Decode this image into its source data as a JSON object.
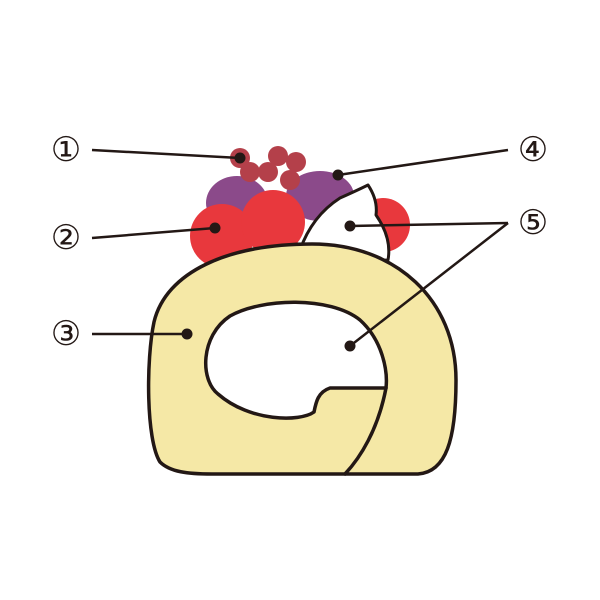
{
  "callouts": [
    {
      "id": "c1",
      "label": "①"
    },
    {
      "id": "c2",
      "label": "②"
    },
    {
      "id": "c3",
      "label": "③"
    },
    {
      "id": "c4",
      "label": "④"
    },
    {
      "id": "c5",
      "label": "⑤"
    }
  ],
  "colors": {
    "outline": "#231815",
    "sponge": "#f5e8a6",
    "strawberry": "#e8383d",
    "redcurrant": "#b4404a",
    "grape": "#8b4a8a",
    "cream": "#ffffff"
  }
}
